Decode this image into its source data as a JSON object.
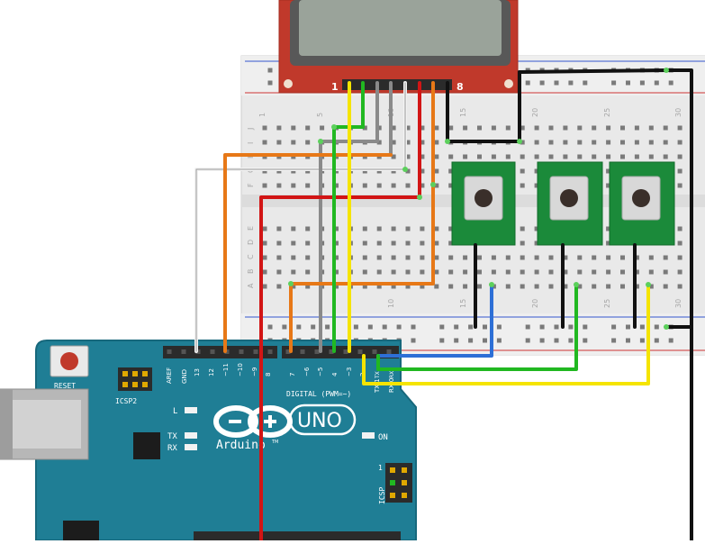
{
  "lcd": {
    "pin_first": "1",
    "pin_last": "8"
  },
  "breadboard": {
    "col_numbers": [
      "1",
      "5",
      "10",
      "15",
      "20",
      "25",
      "30"
    ],
    "row_letters_top": [
      "J",
      "I",
      "H",
      "G",
      "F"
    ],
    "row_letters_bottom": [
      "E",
      "D",
      "C",
      "B",
      "A"
    ]
  },
  "arduino": {
    "reset_label": "RESET",
    "icsp2_label": "ICSP2",
    "icsp_label": "ICSP",
    "digital_label": "DIGITAL (PWM=~)",
    "aref_label": "AREF",
    "gnd_label": "GND",
    "pin_labels": [
      "13",
      "12",
      "~11",
      "~10",
      "~9",
      "8",
      "7",
      "~6",
      "~5",
      "4",
      "~3",
      "2",
      "TX 1",
      "RX 0"
    ],
    "led_l": "L",
    "led_tx": "TX",
    "led_rx": "RX",
    "led_on": "ON",
    "uno_label": "UNO",
    "brand_label": "Arduino",
    "tm": "TM",
    "icsp_pin1": "1",
    "tx_side": "TX",
    "rx_side": "RX"
  },
  "colors": {
    "board_teal": "#1f7e95",
    "lcd_red": "#c0392b",
    "wire_yellow": "#f5e400",
    "wire_green": "#21b821",
    "wire_gray": "#8a8a8a",
    "wire_white": "#f2f2f2",
    "wire_red": "#d21515",
    "wire_orange": "#e77817",
    "wire_black": "#111111",
    "wire_blue": "#2d6fd6",
    "button_pcb": "#1b8a3a"
  }
}
